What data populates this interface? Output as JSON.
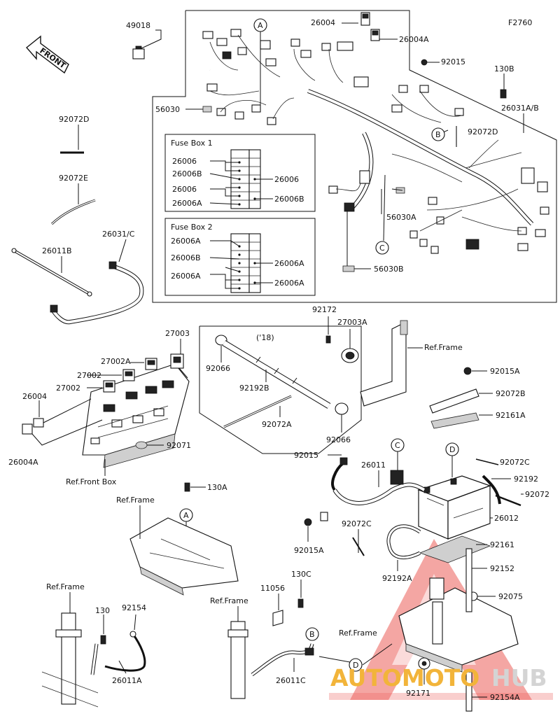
{
  "figure_code": "F2760",
  "front_label": "FRONT",
  "year_note": "('18)",
  "fuse_box_1": {
    "title": "Fuse Box 1",
    "labels_left": [
      "26006",
      "26006B",
      "26006",
      "26006A"
    ],
    "labels_right": [
      "26006",
      "26006B"
    ]
  },
  "fuse_box_2": {
    "title": "Fuse Box 2",
    "labels_left": [
      "26006A",
      "26006B",
      "26006A"
    ],
    "labels_right": [
      "26006A",
      "26006A"
    ]
  },
  "callout_markers": [
    "A",
    "B",
    "C",
    "D"
  ],
  "part_numbers": {
    "p49018": "49018",
    "p26004_top": "26004",
    "p26004A_top": "26004A",
    "p92015_top": "92015",
    "p130B": "130B",
    "p26031AB": "26031A/B",
    "p56030": "56030",
    "p92072D_left": "92072D",
    "p92072D_right": "92072D",
    "p92072E": "92072E",
    "p26011B": "26011B",
    "p26031C": "26031/C",
    "p56030A": "56030A",
    "p56030B": "56030B",
    "p92172": "92172",
    "p27003A": "27003A",
    "ref_frame_1": "Ref.Frame",
    "p27003": "27003",
    "p27002A": "27002A",
    "p27002_a": "27002",
    "p27002_b": "27002",
    "p26004_mid": "26004",
    "p26004A_mid": "26004A",
    "p92071": "92071",
    "ref_front_box": "Ref.Front Box",
    "p92066_a": "92066",
    "p92192B": "92192B",
    "p92072A": "92072A",
    "p92066_b": "92066",
    "p92015A_top": "92015A",
    "p92072B": "92072B",
    "p92161A": "92161A",
    "p92015_mid": "92015",
    "p26011": "26011",
    "p92072C_right": "92072C",
    "p92192": "92192",
    "p92072": "92072",
    "p26012": "26012",
    "p92015A_mid": "92015A",
    "p92072C_mid": "92072C",
    "p92161": "92161",
    "p92192A": "92192A",
    "p92152": "92152",
    "p92075": "92075",
    "p130A": "130A",
    "ref_frame_2": "Ref.Frame",
    "ref_frame_3": "Ref.Frame",
    "p130": "130",
    "p92154": "92154",
    "p26011A": "26011A",
    "ref_frame_4": "Ref.Frame",
    "p11056": "11056",
    "p130C": "130C",
    "p26011C": "26011C",
    "ref_frame_5": "Ref.Frame",
    "p92171": "92171",
    "p92154A": "92154A"
  },
  "watermark": {
    "part1": "AUTOMOTO",
    "part2": "HUB",
    "colors": {
      "accent": "#e8403a",
      "gold": "#f2b43a",
      "grey": "#d4d4d4"
    }
  }
}
